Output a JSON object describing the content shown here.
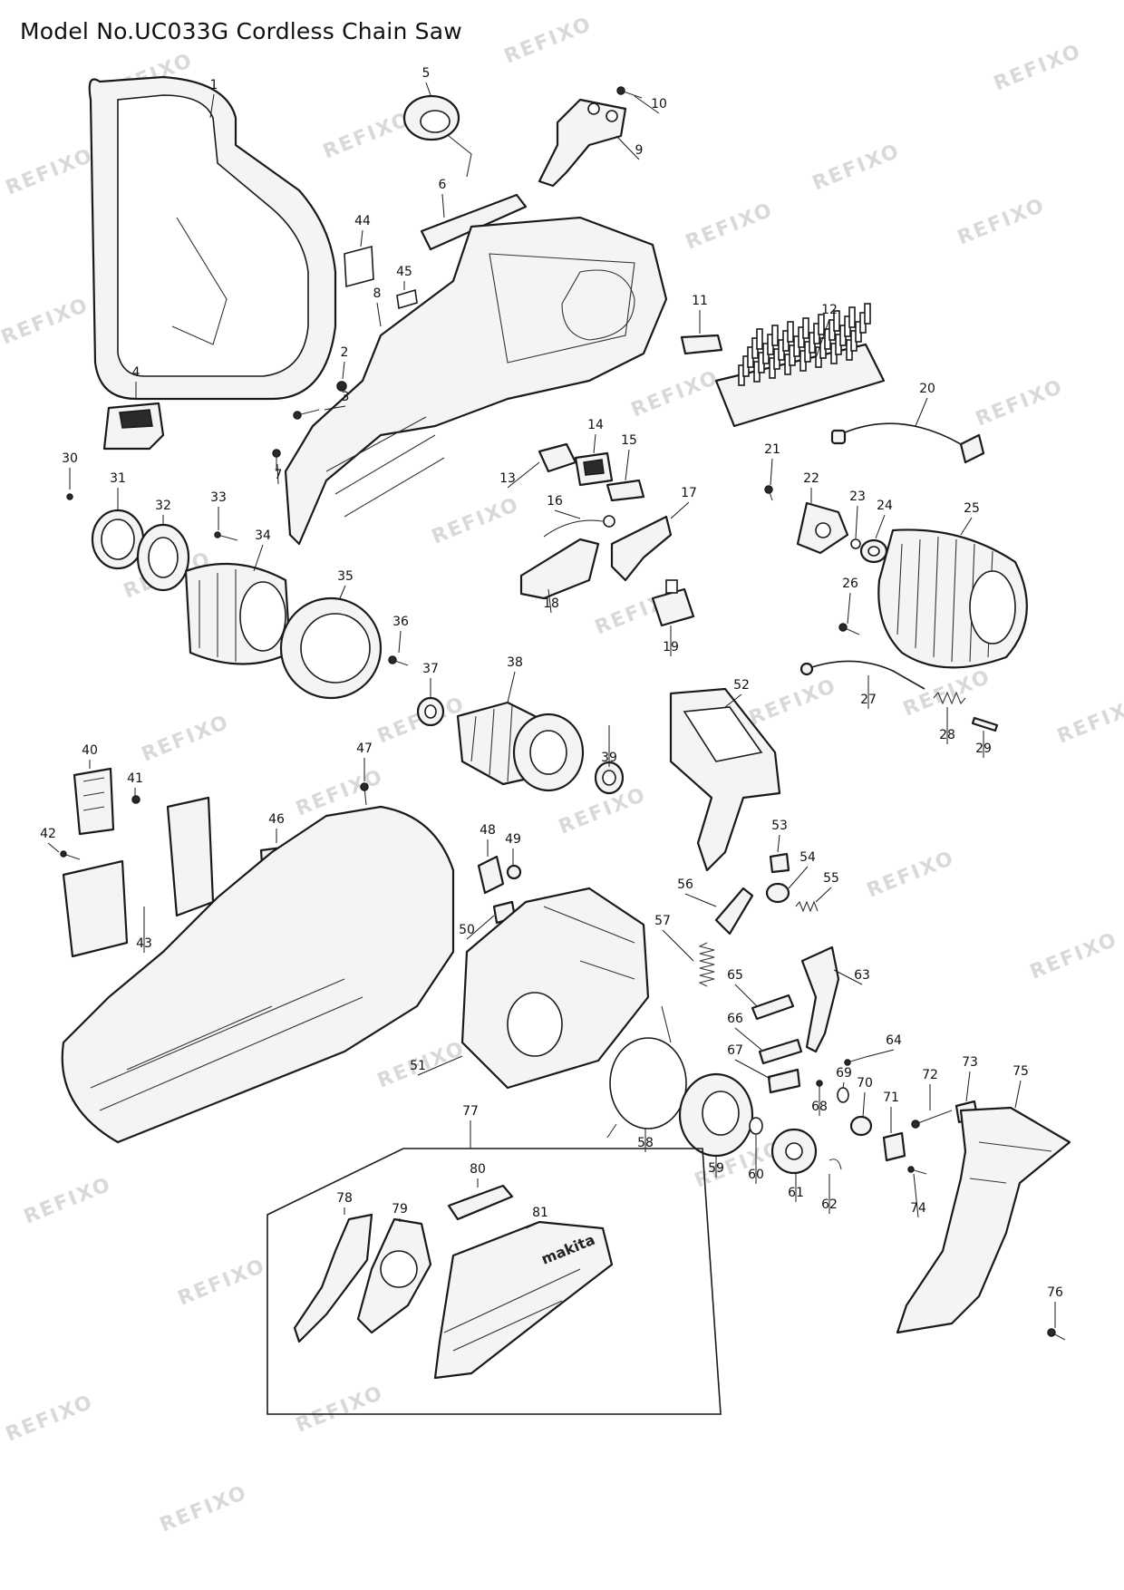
{
  "title": "Model No.UC033G Cordless Chain Saw",
  "watermark": "REFIXO",
  "labels": [
    "1",
    "2",
    "3",
    "4",
    "5",
    "6",
    "7",
    "8",
    "9",
    "10",
    "11",
    "12",
    "13",
    "14",
    "15",
    "16",
    "17",
    "18",
    "19",
    "20",
    "21",
    "22",
    "23",
    "24",
    "25",
    "26",
    "27",
    "28",
    "29",
    "30",
    "31",
    "32",
    "33",
    "34",
    "35",
    "36",
    "37",
    "38",
    "39",
    "40",
    "41",
    "42",
    "43",
    "44",
    "45",
    "46",
    "47",
    "48",
    "49",
    "50",
    "51",
    "52",
    "53",
    "54",
    "55",
    "56",
    "57",
    "58",
    "59",
    "60",
    "61",
    "62",
    "63",
    "64",
    "65",
    "66",
    "67",
    "68",
    "69",
    "70",
    "71",
    "72",
    "73",
    "74",
    "75",
    "76",
    "77",
    "78",
    "79",
    "80",
    "81"
  ],
  "logo_text": "makita"
}
